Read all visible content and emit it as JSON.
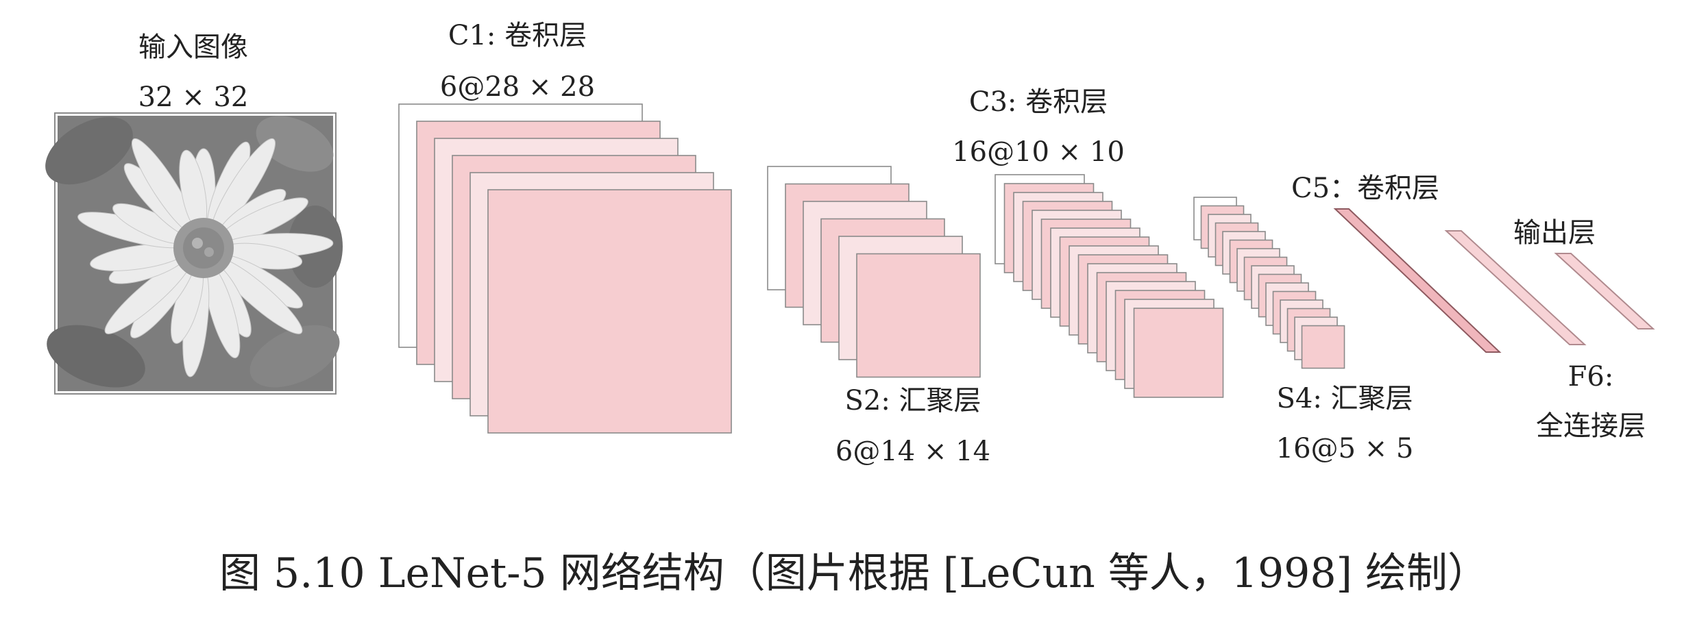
{
  "labels": {
    "input_title": "输入图像",
    "input_size": "32 × 32",
    "c1_title": "C1: 卷积层",
    "c1_size": "6@28 × 28",
    "s2_title": "S2: 汇聚层",
    "s2_size": "6@14 × 14",
    "c3_title": "C3: 卷积层",
    "c3_size": "16@10 × 10",
    "s4_title": "S4: 汇聚层",
    "s4_size": "16@5 × 5",
    "c5_title": "C5：卷积层",
    "f6_title": "F6:",
    "f6_subtitle": "全连接层",
    "output_title": "输出层"
  },
  "caption": "图 5.10 LeNet-5 网络结构（图片根据 [LeCun 等人，1998] 绘制）",
  "layers": {
    "c1_maps": 6,
    "s2_maps": 6,
    "c3_maps": 16,
    "s4_maps": 16
  },
  "colors": {
    "feature_map": "#f6cdd0",
    "feature_map_light": "#f9e3e5",
    "border": "#8a8a8a",
    "fc_bar": "#f0b6bc",
    "photo_bg": "#7d7d7d",
    "petal": "#ececec"
  }
}
